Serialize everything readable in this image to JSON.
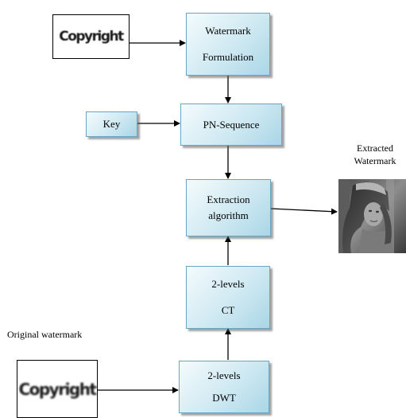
{
  "nodes": {
    "copyright_top": {
      "text": "Copyright"
    },
    "copyright_bottom": {
      "text": "Copyright"
    },
    "watermark_formulation": {
      "line1": "Watermark",
      "line2": "Formulation"
    },
    "key": {
      "text": "Key"
    },
    "pn_sequence": {
      "text": "PN-Sequence"
    },
    "extraction": {
      "line1": "Extraction",
      "line2": "algorithm"
    },
    "ct": {
      "line1": "2-levels",
      "line2": "CT"
    },
    "dwt": {
      "line1": "2-levels",
      "line2": "DWT"
    }
  },
  "labels": {
    "extracted_line1": "Extracted",
    "extracted_line2": "Watermark",
    "original_watermark": "Original watermark"
  },
  "colors": {
    "box_border": "#6aa6c2",
    "box_fill_light": "#f4fbfd",
    "box_fill_dark": "#a9d6e6",
    "arrow": "#000000"
  },
  "image": {
    "subject": "grayscale portrait photograph (extracted watermark image)"
  }
}
